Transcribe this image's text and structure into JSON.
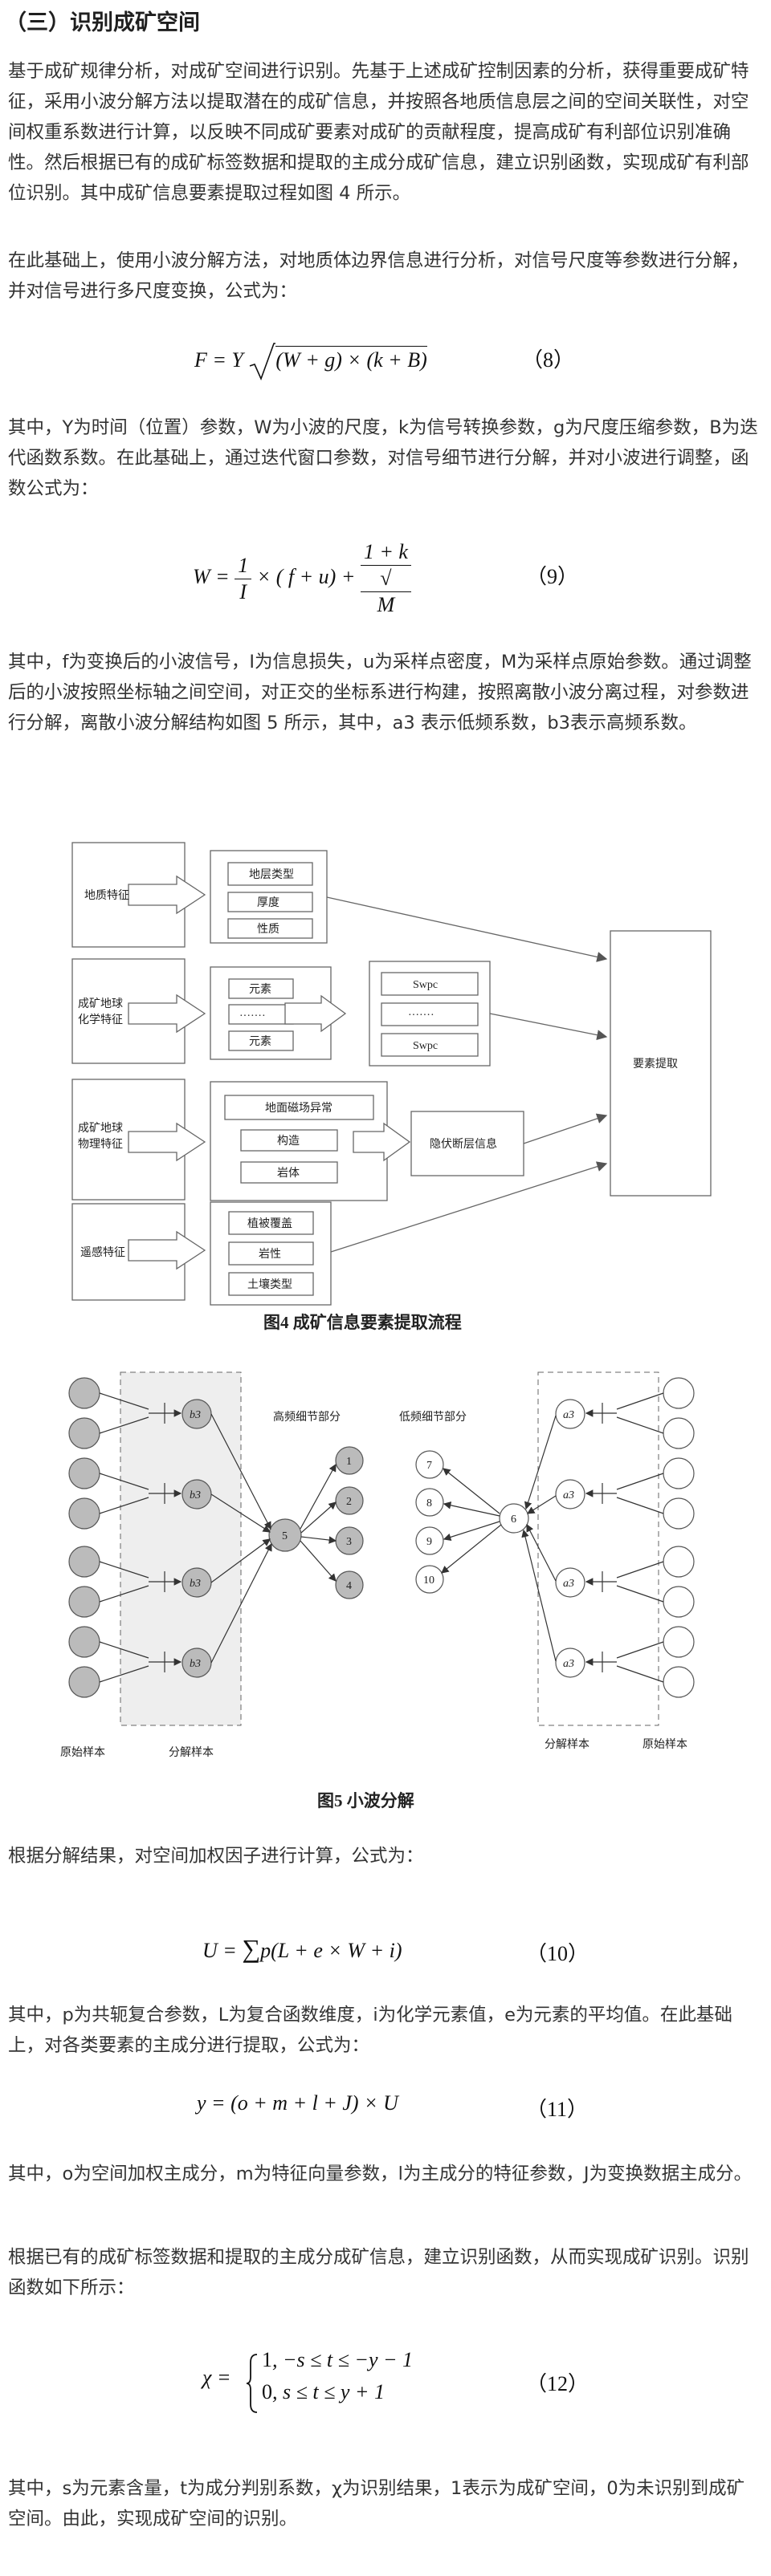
{
  "heading": "（三）识别成矿空间",
  "para1": "基于成矿规律分析，对成矿空间进行识别。先基于上述成矿控制因素的分析，获得重要成矿特征，采用小波分解方法以提取潜在的成矿信息，并按照各地质信息层之间的空间关联性，对空间权重系数进行计算，以反映不同成矿要素对成矿的贡献程度，提高成矿有利部位识别准确性。然后根据已有的成矿标签数据和提取的主成分成矿信息，建立识别函数，实现成矿有利部位识别。其中成矿信息要素提取过程如图 4 所示。",
  "para2": "在此基础上，使用小波分解方法，对地质体边界信息进行分析，对信号尺度等参数进行分解，并对信号进行多尺度变换，公式为：",
  "eq8": {
    "num": "（8）"
  },
  "para3": "其中，Y为时间（位置）参数，W为小波的尺度，k为信号转换参数，g为尺度压缩参数，B为迭代函数系数。在此基础上，通过迭代窗口参数，对信号细节进行分解，并对小波进行调整，函数公式为：",
  "eq9": {
    "num": "（9）"
  },
  "para4": "其中，f为变换后的小波信号，I为信息损失，u为采样点密度，M为采样点原始参数。通过调整后的小波按照坐标轴之间空间，对正交的坐标系进行构建，按照离散小波分离过程，对参数进行分解，离散小波分解结构如图 5 所示，其中，a3 表示低频系数，b3表示高频系数。",
  "fig4": {
    "caption": "图4   成矿信息要素提取流程",
    "categories": [
      "地质特征",
      "成矿地球化学特征",
      "成矿地球物理特征",
      "遥感特征"
    ],
    "geo_items": [
      "地层类型",
      "厚度",
      "性质"
    ],
    "chem_items": [
      "元素",
      "·······",
      "元素"
    ],
    "swpc_items": [
      "Swpc",
      "·······",
      "Swpc"
    ],
    "phys_items": [
      "地面磁场异常",
      "构造",
      "岩体"
    ],
    "hidden": "隐伏断层信息",
    "rs_items": [
      "植被覆盖",
      "岩性",
      "土壤类型"
    ],
    "output": "要素提取"
  },
  "fig5": {
    "caption": "图5   小波分解",
    "left_labels": [
      "原始样本",
      "分解样本"
    ],
    "high_label": "高频细节部分",
    "low_label": "低频细节部分",
    "b_node": "b3",
    "a_node": "a3",
    "center_left": "5",
    "center_right": "6",
    "right_outputs": [
      "1",
      "2",
      "3",
      "4"
    ],
    "left_outputs": [
      "7",
      "8",
      "9",
      "10"
    ],
    "right_labels": [
      "分解样本",
      "原始样本"
    ]
  },
  "para5": "根据分解结果，对空间加权因子进行计算，公式为：",
  "eq10": {
    "num": "（10）"
  },
  "para6": "其中，p为共轭复合参数，L为复合函数维度，i为化学元素值，e为元素的平均值。在此基础上，对各类要素的主成分进行提取，公式为：",
  "eq11": {
    "num": "（11）"
  },
  "para7": "其中，o为空间加权主成分，m为特征向量参数，l为主成分的特征参数，J为变换数据主成分。",
  "para8": "根据已有的成矿标签数据和提取的主成分成矿信息，建立识别函数，从而实现成矿识别。识别函数如下所示：",
  "eq12": {
    "num": "（12）"
  },
  "para9": "其中，s为元素含量，t为成分判别系数，χ为识别结果，1表示为成矿空间，0为未识别到成矿空间。由此，实现成矿空间的识别。"
}
